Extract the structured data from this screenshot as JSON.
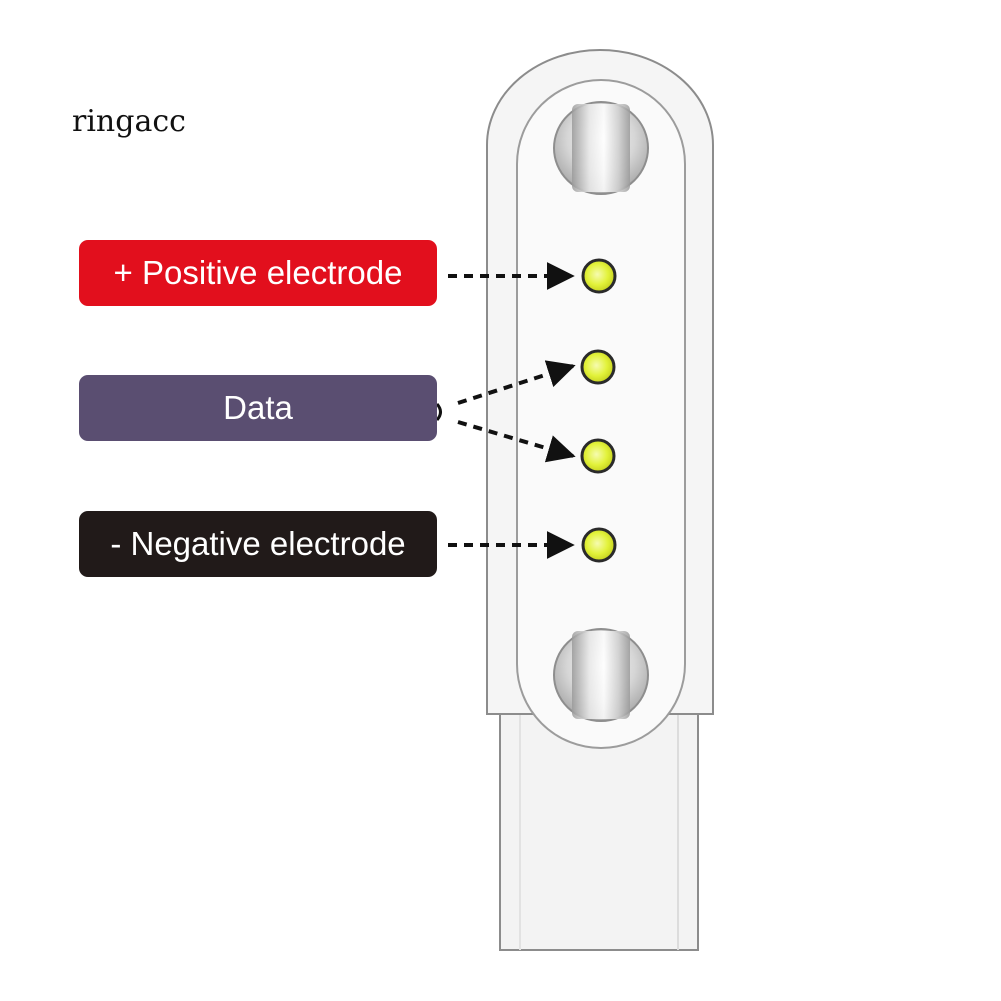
{
  "watermark": "ringacc",
  "labels": {
    "positive": {
      "text": "+ Positive electrode",
      "color": "#e20f1d"
    },
    "data": {
      "text": "Data",
      "color": "#5a4e71"
    },
    "negative": {
      "text": "- Negative electrode",
      "color": "#211a19"
    }
  },
  "connector": {
    "body_color": "#f5f5f5",
    "outline_color": "#8c8c8c",
    "pin_color": "#e2f23a",
    "magnet_color": "#b8b8b8"
  }
}
